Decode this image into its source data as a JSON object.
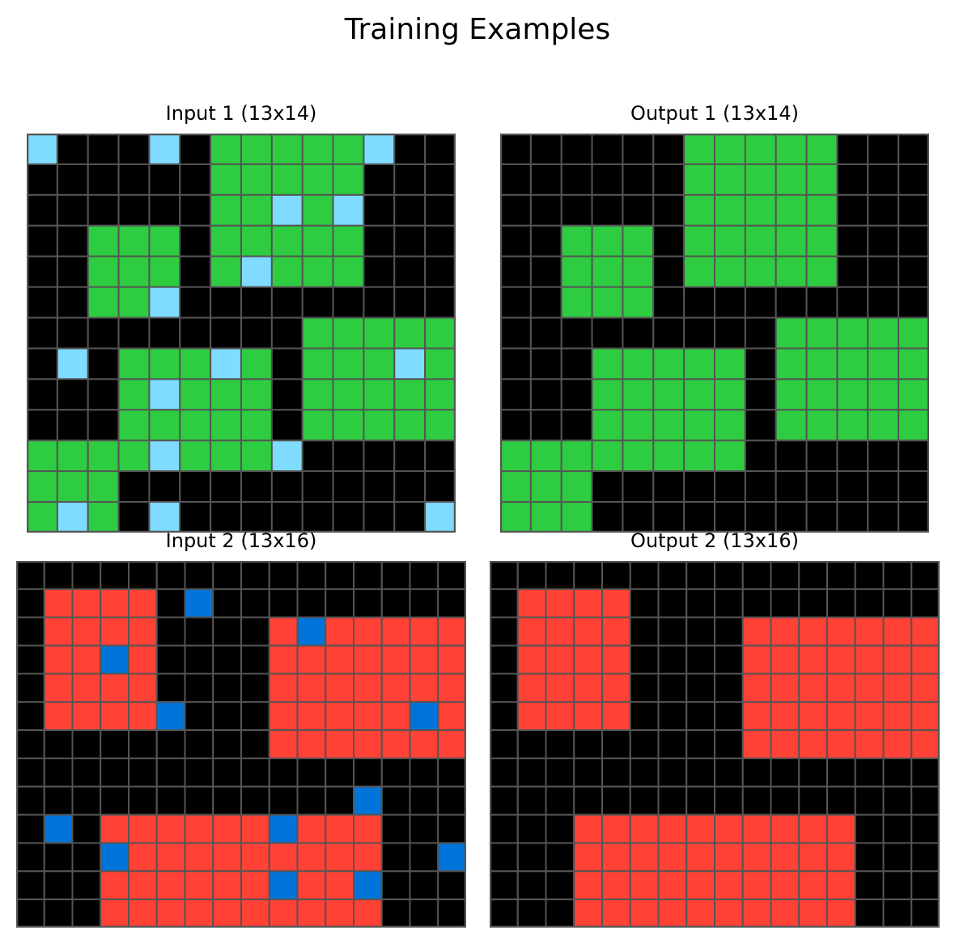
{
  "title": "Training Examples",
  "palette": {
    "0": "#000000",
    "1": "#0074D9",
    "2": "#FF4136",
    "3": "#2ECC40",
    "8": "#7FDBFF"
  },
  "grid_line_color": "#555555",
  "panels": [
    {
      "title": "Input 1 (13x14)",
      "grid": [
        [
          8,
          0,
          0,
          0,
          8,
          0,
          3,
          3,
          3,
          3,
          3,
          8,
          0,
          0
        ],
        [
          0,
          0,
          0,
          0,
          0,
          0,
          3,
          3,
          3,
          3,
          3,
          0,
          0,
          0
        ],
        [
          0,
          0,
          0,
          0,
          0,
          0,
          3,
          3,
          8,
          3,
          8,
          0,
          0,
          0
        ],
        [
          0,
          0,
          3,
          3,
          3,
          0,
          3,
          3,
          3,
          3,
          3,
          0,
          0,
          0
        ],
        [
          0,
          0,
          3,
          3,
          3,
          0,
          3,
          8,
          3,
          3,
          3,
          0,
          0,
          0
        ],
        [
          0,
          0,
          3,
          3,
          8,
          0,
          0,
          0,
          0,
          0,
          0,
          0,
          0,
          0
        ],
        [
          0,
          0,
          0,
          0,
          0,
          0,
          0,
          0,
          0,
          3,
          3,
          3,
          3,
          3
        ],
        [
          0,
          8,
          0,
          3,
          3,
          3,
          8,
          3,
          0,
          3,
          3,
          3,
          8,
          3
        ],
        [
          0,
          0,
          0,
          3,
          8,
          3,
          3,
          3,
          0,
          3,
          3,
          3,
          3,
          3
        ],
        [
          0,
          0,
          0,
          3,
          3,
          3,
          3,
          3,
          0,
          3,
          3,
          3,
          3,
          3
        ],
        [
          3,
          3,
          3,
          3,
          8,
          3,
          3,
          3,
          8,
          0,
          0,
          0,
          0,
          0
        ],
        [
          3,
          3,
          3,
          0,
          0,
          0,
          0,
          0,
          0,
          0,
          0,
          0,
          0,
          0
        ],
        [
          3,
          8,
          3,
          0,
          8,
          0,
          0,
          0,
          0,
          0,
          0,
          0,
          0,
          8
        ]
      ]
    },
    {
      "title": "Output 1 (13x14)",
      "grid": [
        [
          0,
          0,
          0,
          0,
          0,
          0,
          3,
          3,
          3,
          3,
          3,
          0,
          0,
          0
        ],
        [
          0,
          0,
          0,
          0,
          0,
          0,
          3,
          3,
          3,
          3,
          3,
          0,
          0,
          0
        ],
        [
          0,
          0,
          0,
          0,
          0,
          0,
          3,
          3,
          3,
          3,
          3,
          0,
          0,
          0
        ],
        [
          0,
          0,
          3,
          3,
          3,
          0,
          3,
          3,
          3,
          3,
          3,
          0,
          0,
          0
        ],
        [
          0,
          0,
          3,
          3,
          3,
          0,
          3,
          3,
          3,
          3,
          3,
          0,
          0,
          0
        ],
        [
          0,
          0,
          3,
          3,
          3,
          0,
          0,
          0,
          0,
          0,
          0,
          0,
          0,
          0
        ],
        [
          0,
          0,
          0,
          0,
          0,
          0,
          0,
          0,
          0,
          3,
          3,
          3,
          3,
          3
        ],
        [
          0,
          0,
          0,
          3,
          3,
          3,
          3,
          3,
          0,
          3,
          3,
          3,
          3,
          3
        ],
        [
          0,
          0,
          0,
          3,
          3,
          3,
          3,
          3,
          0,
          3,
          3,
          3,
          3,
          3
        ],
        [
          0,
          0,
          0,
          3,
          3,
          3,
          3,
          3,
          0,
          3,
          3,
          3,
          3,
          3
        ],
        [
          3,
          3,
          3,
          3,
          3,
          3,
          3,
          3,
          0,
          0,
          0,
          0,
          0,
          0
        ],
        [
          3,
          3,
          3,
          0,
          0,
          0,
          0,
          0,
          0,
          0,
          0,
          0,
          0,
          0
        ],
        [
          3,
          3,
          3,
          0,
          0,
          0,
          0,
          0,
          0,
          0,
          0,
          0,
          0,
          0
        ]
      ]
    },
    {
      "title": "Input 2 (13x16)",
      "grid": [
        [
          0,
          0,
          0,
          0,
          0,
          0,
          0,
          0,
          0,
          0,
          0,
          0,
          0,
          0,
          0,
          0
        ],
        [
          0,
          2,
          2,
          2,
          2,
          0,
          1,
          0,
          0,
          0,
          0,
          0,
          0,
          0,
          0,
          0
        ],
        [
          0,
          2,
          2,
          2,
          2,
          0,
          0,
          0,
          0,
          2,
          1,
          2,
          2,
          2,
          2,
          2
        ],
        [
          0,
          2,
          2,
          1,
          2,
          0,
          0,
          0,
          0,
          2,
          2,
          2,
          2,
          2,
          2,
          2
        ],
        [
          0,
          2,
          2,
          2,
          2,
          0,
          0,
          0,
          0,
          2,
          2,
          2,
          2,
          2,
          2,
          2
        ],
        [
          0,
          2,
          2,
          2,
          2,
          1,
          0,
          0,
          0,
          2,
          2,
          2,
          2,
          2,
          1,
          2
        ],
        [
          0,
          0,
          0,
          0,
          0,
          0,
          0,
          0,
          0,
          2,
          2,
          2,
          2,
          2,
          2,
          2
        ],
        [
          0,
          0,
          0,
          0,
          0,
          0,
          0,
          0,
          0,
          0,
          0,
          0,
          0,
          0,
          0,
          0
        ],
        [
          0,
          0,
          0,
          0,
          0,
          0,
          0,
          0,
          0,
          0,
          0,
          0,
          1,
          0,
          0,
          0
        ],
        [
          0,
          1,
          0,
          2,
          2,
          2,
          2,
          2,
          2,
          1,
          2,
          2,
          2,
          0,
          0,
          0
        ],
        [
          0,
          0,
          0,
          1,
          2,
          2,
          2,
          2,
          2,
          2,
          2,
          2,
          2,
          0,
          0,
          1
        ],
        [
          0,
          0,
          0,
          2,
          2,
          2,
          2,
          2,
          2,
          1,
          2,
          2,
          1,
          0,
          0,
          0
        ],
        [
          0,
          0,
          0,
          2,
          2,
          2,
          2,
          2,
          2,
          2,
          2,
          2,
          2,
          0,
          0,
          0
        ]
      ]
    },
    {
      "title": "Output 2 (13x16)",
      "grid": [
        [
          0,
          0,
          0,
          0,
          0,
          0,
          0,
          0,
          0,
          0,
          0,
          0,
          0,
          0,
          0,
          0
        ],
        [
          0,
          2,
          2,
          2,
          2,
          0,
          0,
          0,
          0,
          0,
          0,
          0,
          0,
          0,
          0,
          0
        ],
        [
          0,
          2,
          2,
          2,
          2,
          0,
          0,
          0,
          0,
          2,
          2,
          2,
          2,
          2,
          2,
          2
        ],
        [
          0,
          2,
          2,
          2,
          2,
          0,
          0,
          0,
          0,
          2,
          2,
          2,
          2,
          2,
          2,
          2
        ],
        [
          0,
          2,
          2,
          2,
          2,
          0,
          0,
          0,
          0,
          2,
          2,
          2,
          2,
          2,
          2,
          2
        ],
        [
          0,
          2,
          2,
          2,
          2,
          0,
          0,
          0,
          0,
          2,
          2,
          2,
          2,
          2,
          2,
          2
        ],
        [
          0,
          0,
          0,
          0,
          0,
          0,
          0,
          0,
          0,
          2,
          2,
          2,
          2,
          2,
          2,
          2
        ],
        [
          0,
          0,
          0,
          0,
          0,
          0,
          0,
          0,
          0,
          0,
          0,
          0,
          0,
          0,
          0,
          0
        ],
        [
          0,
          0,
          0,
          0,
          0,
          0,
          0,
          0,
          0,
          0,
          0,
          0,
          0,
          0,
          0,
          0
        ],
        [
          0,
          0,
          0,
          2,
          2,
          2,
          2,
          2,
          2,
          2,
          2,
          2,
          2,
          0,
          0,
          0
        ],
        [
          0,
          0,
          0,
          2,
          2,
          2,
          2,
          2,
          2,
          2,
          2,
          2,
          2,
          0,
          0,
          0
        ],
        [
          0,
          0,
          0,
          2,
          2,
          2,
          2,
          2,
          2,
          2,
          2,
          2,
          2,
          0,
          0,
          0
        ],
        [
          0,
          0,
          0,
          2,
          2,
          2,
          2,
          2,
          2,
          2,
          2,
          2,
          2,
          0,
          0,
          0
        ]
      ]
    }
  ]
}
